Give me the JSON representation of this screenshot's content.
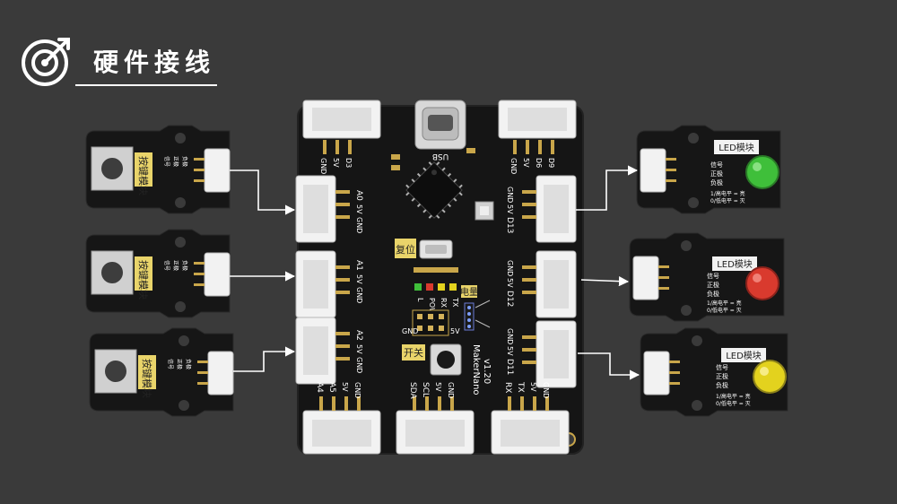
{
  "header": {
    "title": "硬件接线",
    "icon": "target-arrow-icon"
  },
  "board": {
    "name": "MakerNano",
    "version": "v1.20",
    "usb_label": "USB",
    "reset_label": "复位",
    "switch_label": "开关",
    "battery_label": "电量",
    "led_labels": [
      "L",
      "POW",
      "RX",
      "TX"
    ],
    "header_5v": "5V",
    "header_gnd": "GND",
    "ports_top_left": {
      "pins": [
        "GND",
        "5V",
        "D3"
      ]
    },
    "ports_top_right": {
      "pins": [
        "GND",
        "5V",
        "D6",
        "D9"
      ]
    },
    "ports_left": [
      {
        "signal": "A0",
        "pins": [
          "A0",
          "5V",
          "GND"
        ]
      },
      {
        "signal": "A1",
        "pins": [
          "A1",
          "5V",
          "GND"
        ]
      },
      {
        "signal": "A2",
        "pins": [
          "A2",
          "5V",
          "GND"
        ]
      }
    ],
    "ports_right": [
      {
        "signal": "D13",
        "pins": [
          "GND",
          "5V",
          "D13"
        ]
      },
      {
        "signal": "D12",
        "pins": [
          "GND",
          "5V",
          "D12"
        ]
      },
      {
        "signal": "D11",
        "pins": [
          "GND",
          "5V",
          "D11"
        ]
      }
    ],
    "ports_bottom": [
      {
        "pins": [
          "A4",
          "A5",
          "5V",
          "GND"
        ]
      },
      {
        "pins": [
          "SDA",
          "SCL",
          "5V",
          "GND"
        ]
      },
      {
        "pins": [
          "RX",
          "TX",
          "5V",
          "GND"
        ]
      }
    ]
  },
  "button_modules": [
    {
      "label": "按键模块",
      "pins": [
        "信号",
        "正极",
        "负极"
      ]
    },
    {
      "label": "按键模块",
      "pins": [
        "信号",
        "正极",
        "负极"
      ]
    },
    {
      "label": "按键模块",
      "pins": [
        "信号",
        "正极",
        "负极"
      ]
    }
  ],
  "led_modules": [
    {
      "label": "LED模块",
      "pins": [
        "信号",
        "正极",
        "负极"
      ],
      "note1": "1/高电平 = 亮",
      "note2": "0/低电平 = 灭",
      "color": "#3fbf3a"
    },
    {
      "label": "LED模块",
      "pins": [
        "信号",
        "正极",
        "负极"
      ],
      "note1": "1/高电平 = 亮",
      "note2": "0/低电平 = 灭",
      "color": "#d93a2e"
    },
    {
      "label": "LED模块",
      "pins": [
        "信号",
        "正极",
        "负极"
      ],
      "note1": "1/高电平 = 亮",
      "note2": "0/低电平 = 灭",
      "color": "#e3d21e"
    }
  ],
  "colors": {
    "background": "#3a3a3a",
    "pcb": "#141414",
    "connector": "#f2f2f2",
    "arrow": "#ffffff",
    "gold": "#c9a64a"
  }
}
